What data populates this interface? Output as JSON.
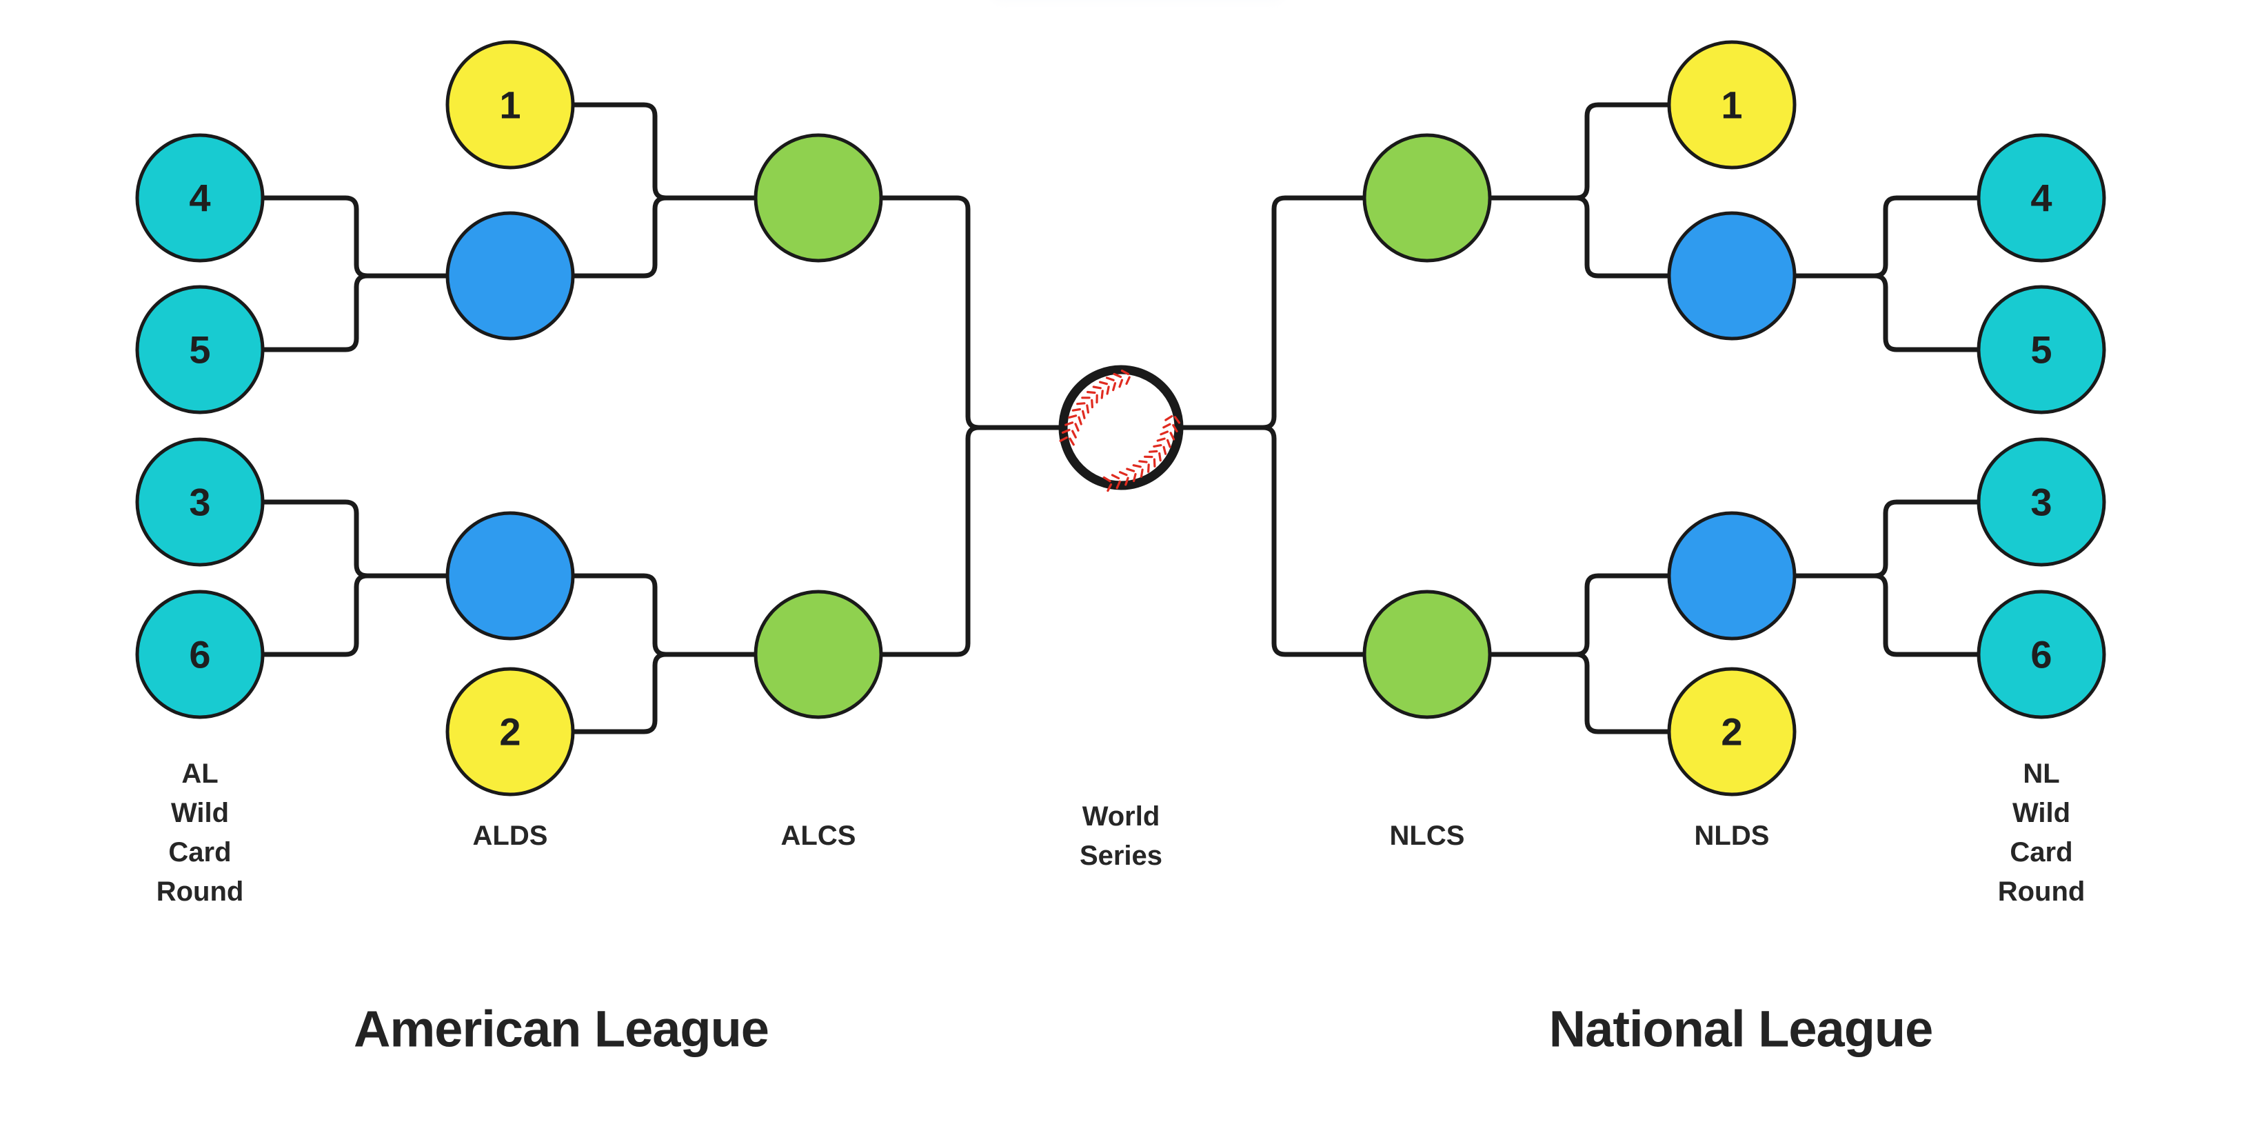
{
  "colors": {
    "teal": "#18CBD1",
    "yellow": "#F9EE3B",
    "blue": "#2F9BEF",
    "green": "#8FD14F",
    "line": "#1A1A1A",
    "seam_red": "#E02B20"
  },
  "al": {
    "heading": "American League",
    "wild_card_label": [
      "AL",
      "Wild",
      "Card",
      "Round"
    ],
    "round_labels": {
      "division": "ALDS",
      "championship": "ALCS"
    },
    "wild_card_seeds": [
      "4",
      "5",
      "3",
      "6"
    ],
    "bye_seeds": [
      "1",
      "2"
    ]
  },
  "nl": {
    "heading": "National League",
    "wild_card_label": [
      "NL",
      "Wild",
      "Card",
      "Round"
    ],
    "round_labels": {
      "division": "NLDS",
      "championship": "NLCS"
    },
    "wild_card_seeds": [
      "4",
      "5",
      "3",
      "6"
    ],
    "bye_seeds": [
      "1",
      "2"
    ]
  },
  "world_series": {
    "label": [
      "World",
      "Series"
    ]
  },
  "center_icon": "baseball-icon"
}
